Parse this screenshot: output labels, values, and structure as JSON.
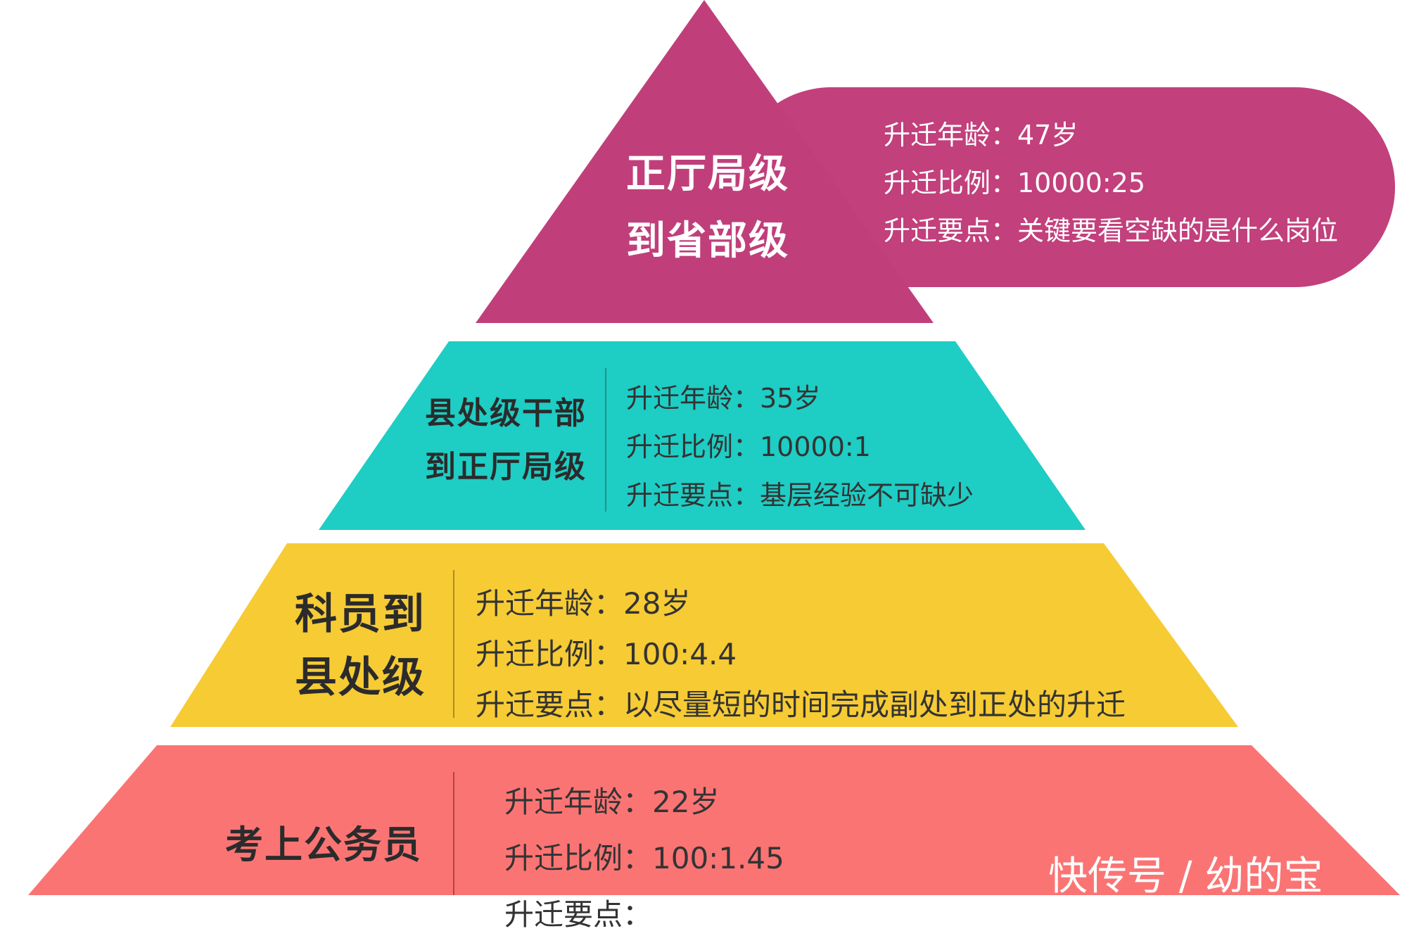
{
  "colors": {
    "top": "#c03f7b",
    "second": "#1ecdc4",
    "third": "#f6cb34",
    "bottom": "#fb7474"
  },
  "levels": [
    {
      "title": [
        "正厅局级",
        "到省部级"
      ],
      "lines": [
        "升迁年龄：47岁",
        "升迁比例：10000:25",
        "升迁要点：关键要看空缺的是什么岗位"
      ]
    },
    {
      "title": [
        "县处级干部",
        "到正厅局级"
      ],
      "lines": [
        "升迁年龄：35岁",
        "升迁比例：10000:1",
        "升迁要点：基层经验不可缺少"
      ]
    },
    {
      "title": [
        "科员到",
        "县处级"
      ],
      "lines": [
        "升迁年龄：28岁",
        "升迁比例：100:4.4",
        "升迁要点：以尽量短的时间完成副处到正处的升迁"
      ]
    },
    {
      "title": [
        "考上公务员"
      ],
      "lines": [
        "升迁年龄：22岁",
        "升迁比例：100:1.45",
        "升迁要点："
      ]
    }
  ],
  "watermark": "快传号 / 幼的宝"
}
